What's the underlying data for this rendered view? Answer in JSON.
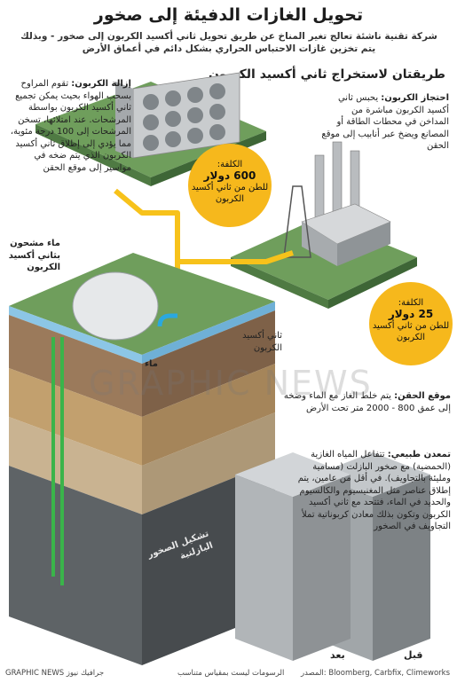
{
  "title": "تحويل الغازات الدفيئة إلى صخور",
  "subtitle": "شركة تقنية ناشئة تعالج تغير المناخ عن طريق تحويل ثاني أكسيد الكربون إلى صخور - وبذلك يتم تخزين غازات الاحتباس الحراري بشكل دائم في أعماق الأرض",
  "section_heading": "طريقتان لاستخراج ثاني أكسيد الكربون",
  "removal": {
    "title": "إزالة الكربون:",
    "text": "تقوم المراوح بسحب الهواء بحيث يمكن تجميع ثاني أكسيد الكربون بواسطة المرشحات. عند امتلائها، تسخن المرشحات إلى 100 درجة مئوية، مما يؤدي إلى إطلاق ثاني أكسيد الكربون الذي يتم ضخه في مواسير إلى موقع الحقن"
  },
  "capture": {
    "title": "احتجاز الكربون:",
    "text": "يحبس ثاني أكسيد الكربون مباشرة من المداخن في محطات الطاقة أو المصانع ويضخ عبر أنابيب إلى موقع الحقن"
  },
  "cost_left": {
    "label": "الكلفة:",
    "amount": "600 دولار",
    "unit": "للطن من ثاني أكسيد الكربون"
  },
  "cost_right": {
    "label": "الكلفة:",
    "amount": "25 دولار",
    "unit": "للطن من ثاني أكسيد الكربون"
  },
  "labels": {
    "mineralized_water": "ماء مشحون بثاني أكسيد الكربون",
    "water": "ماء",
    "co2": "ثاني أكسيد الكربون",
    "basalt": "تشكيل الصخور البازلتية"
  },
  "injection": {
    "title": "موقع الحقن:",
    "text": "يتم خلط الغاز مع الماء وضخه إلى عمق 800 - 2000 متر تحت الأرض"
  },
  "natural_mineral": {
    "title": "تمعدن طبيعي:",
    "text": "تتفاعل المياه الغازية (الحمضية) مع صخور البازلت (مسامية ومليئة بالتجاويف). في أقل من عامين، يتم إطلاق عناصر مثل المغنيسيوم والكالسيوم والحديد في الماء، فتتحد مع ثاني أكسيد الكربون وتكون بذلك معادن كربوناتية تملأ التجاويف في الصخور"
  },
  "before_label": "قبل",
  "after_label": "بعد",
  "source": "المصدر: Bloomberg, Carbfix, Climeworks",
  "scale_note": "الرسومات ليست بمقياس متناسب",
  "brand": "GRAPHIC NEWS جرافيك نيوز",
  "watermark": "GRAPHIC NEWS",
  "colors": {
    "ground": "#6f9e5c",
    "pipe": "#f7c21b",
    "cost": "#f6b81c",
    "water_arrow": "#2aa8df",
    "injection": "#3ab44a"
  }
}
